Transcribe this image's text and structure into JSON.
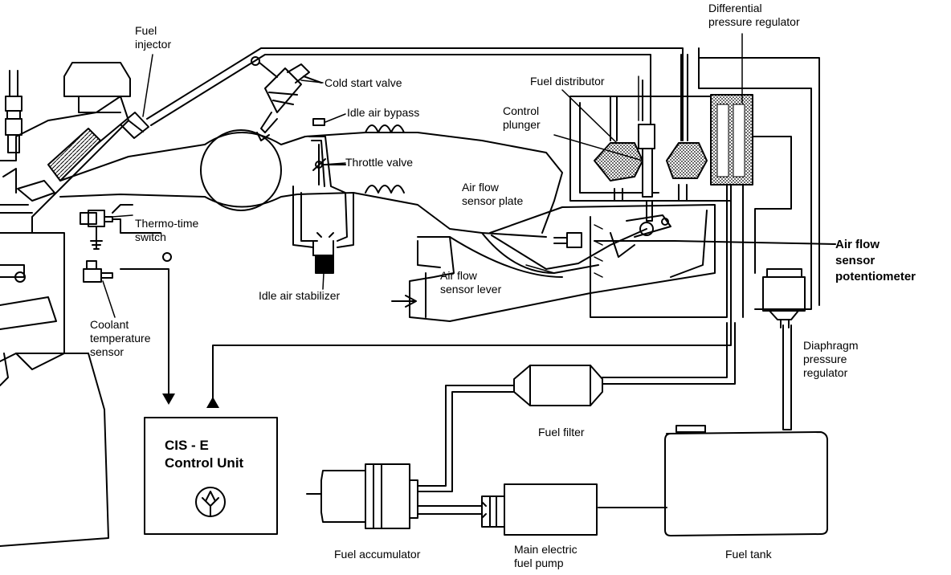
{
  "labels": {
    "fuel_injector": [
      "Fuel",
      "injector"
    ],
    "differential_pressure_regulator": [
      "Differential",
      "pressure regulator"
    ],
    "cold_start_valve": "Cold start valve",
    "fuel_distributor": "Fuel distributor",
    "idle_air_bypass": "Idle air bypass",
    "control_plunger": [
      "Control",
      "plunger"
    ],
    "throttle_valve": "Throttle valve",
    "air_flow_sensor_plate": [
      "Air flow",
      "sensor plate"
    ],
    "thermo_time_switch": [
      "Thermo-time",
      "switch"
    ],
    "air_flow_sensor_potentiometer": [
      "Air flow",
      "sensor",
      "potentiometer"
    ],
    "air_flow_sensor_lever": [
      "Air flow",
      "sensor lever"
    ],
    "idle_air_stabilizer": "Idle air stabilizer",
    "coolant_temperature_sensor": [
      "Coolant",
      "temperature",
      "sensor"
    ],
    "diaphragm_pressure_regulator": [
      "Diaphragm",
      "pressure",
      "regulator"
    ],
    "fuel_filter": "Fuel filter",
    "control_unit": [
      "CIS - E",
      "Control Unit"
    ],
    "fuel_accumulator": "Fuel accumulator",
    "main_electric_fuel_pump": [
      "Main electric",
      "fuel pump"
    ],
    "fuel_tank": "Fuel tank"
  }
}
